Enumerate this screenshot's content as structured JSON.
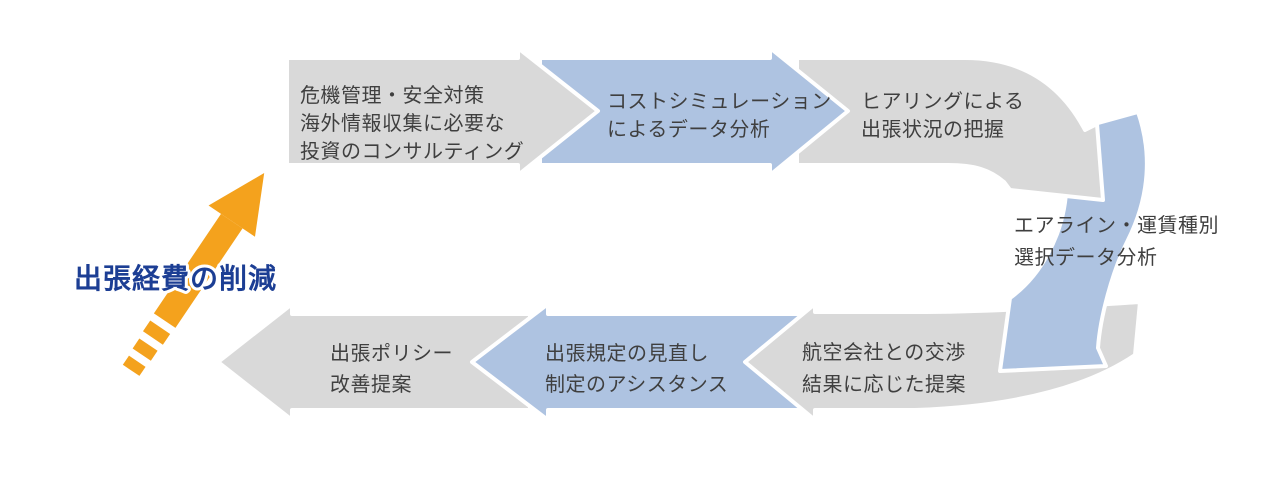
{
  "diagram": {
    "type": "cycle-flow",
    "steps": [
      {
        "id": "step-1",
        "style": "gray",
        "label_lines": [
          "危機管理・安全対策",
          "海外情報収集に必要な",
          "投資のコンサルティング"
        ]
      },
      {
        "id": "step-2",
        "style": "blue",
        "label_lines": [
          "コストシミュレーション",
          "によるデータ分析"
        ]
      },
      {
        "id": "step-3",
        "style": "gray",
        "label_lines": [
          "ヒアリングによる",
          "出張状況の把握"
        ]
      },
      {
        "id": "step-4",
        "style": "blue",
        "label_lines": [
          "エアライン・運賃種別",
          "選択データ分析"
        ]
      },
      {
        "id": "step-5",
        "style": "gray",
        "label_lines": [
          "航空会社との交渉",
          "結果に応じた提案"
        ]
      },
      {
        "id": "step-6",
        "style": "blue",
        "label_lines": [
          "出張規定の見直し",
          "制定のアシスタンス"
        ]
      },
      {
        "id": "step-7",
        "style": "gray",
        "label_lines": [
          "出張ポリシー",
          "改善提案"
        ]
      }
    ],
    "outcome_label": "出張経費の削減",
    "colors": {
      "step_gray": "#d9d9d9",
      "step_blue": "#aec3e1",
      "outcome_arrow_orange": "#f4a21d",
      "outcome_text_navy": "#1c3e94",
      "label_text": "#3f3f3f",
      "background": "#ffffff"
    }
  }
}
